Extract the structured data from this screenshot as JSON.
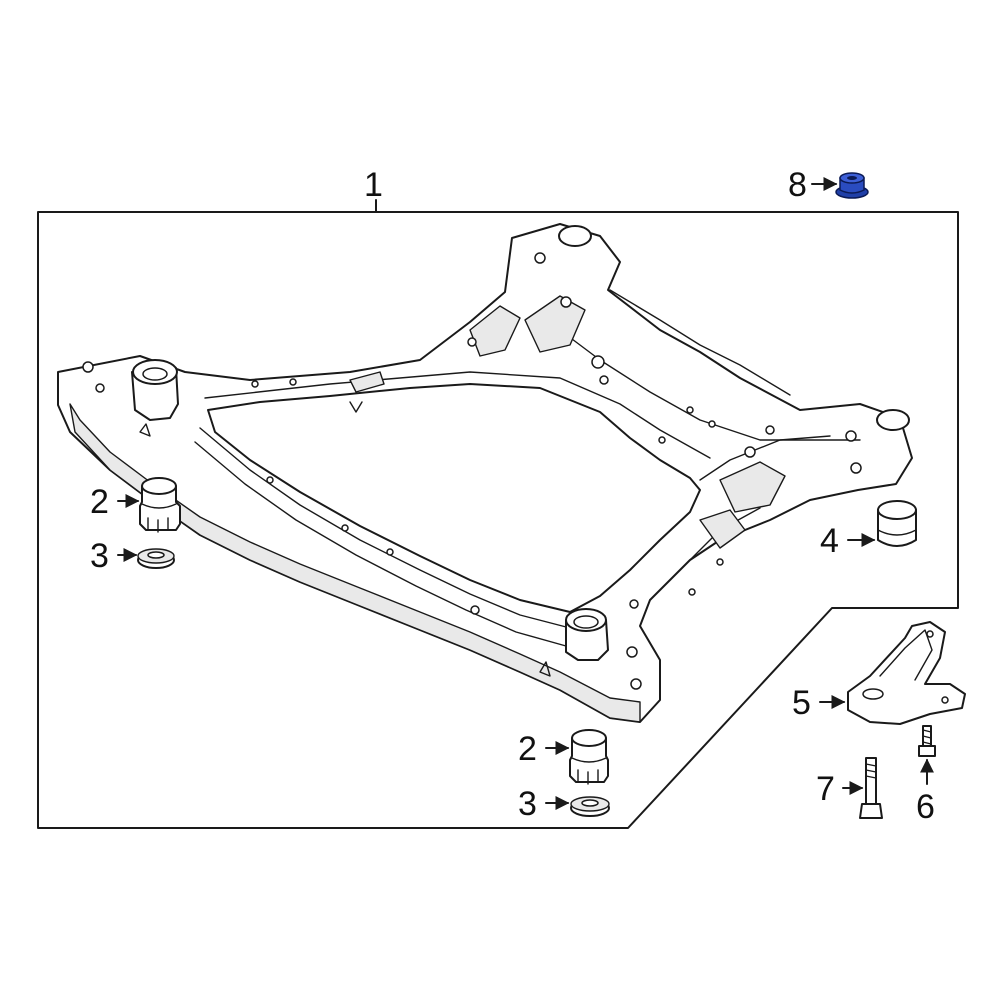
{
  "callouts": {
    "c1": "1",
    "c2a": "2",
    "c3a": "3",
    "c4": "4",
    "c5": "5",
    "c6": "6",
    "c7": "7",
    "c8": "8",
    "c2b": "2",
    "c3b": "3"
  },
  "colors": {
    "line": "#1a1a1a",
    "highlight_part": "#1f3fa8",
    "background": "#ffffff"
  },
  "icons": {
    "part_8": "flange-nut-icon",
    "part_6": "bolt-icon",
    "part_7": "long-bolt-icon"
  }
}
